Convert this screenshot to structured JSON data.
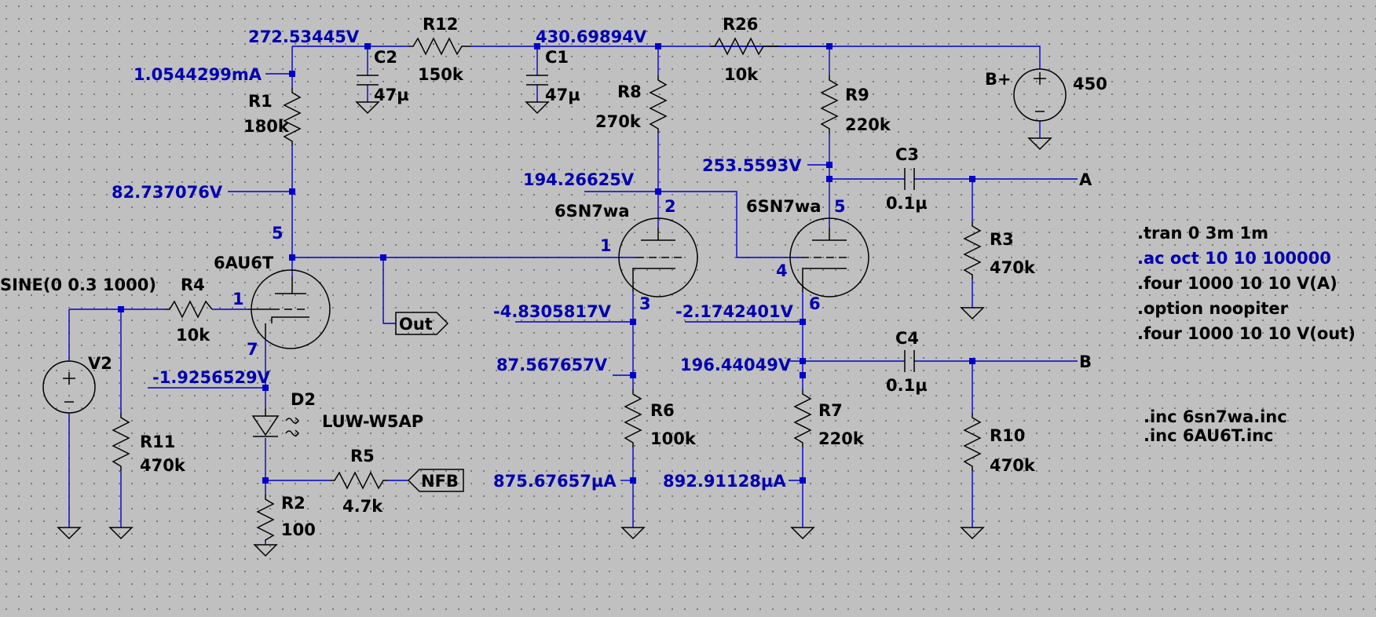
{
  "node_voltages": {
    "v_c2": "272.53445V",
    "i_r1": "1.0544299mA",
    "v_c1": "430.69894V",
    "v_plate1": "82.737076V",
    "v_plate2": "194.26625V",
    "v_plate3": "253.5593V",
    "v_cath2": "-4.8305817V",
    "v_cath3": "-2.1742401V",
    "v_r6": "87.567657V",
    "v_r7": "196.44049V",
    "v_d2": "-1.9256529V",
    "i_r6": "875.67657µA",
    "i_r7": "892.91128µA"
  },
  "components": {
    "r12": {
      "name": "R12",
      "value": "150k"
    },
    "r26": {
      "name": "R26",
      "value": "10k"
    },
    "c2": {
      "name": "C2",
      "value": "47µ"
    },
    "c1": {
      "name": "C1",
      "value": "47µ"
    },
    "r1": {
      "name": "R1",
      "value": "180k"
    },
    "r8": {
      "name": "R8",
      "value": "270k"
    },
    "r9": {
      "name": "R9",
      "value": "220k"
    },
    "bplus": {
      "name": "B+",
      "value": "450"
    },
    "c3": {
      "name": "C3",
      "value": "0.1µ"
    },
    "c4": {
      "name": "C4",
      "value": "0.1µ"
    },
    "r3": {
      "name": "R3",
      "value": "470k"
    },
    "r10": {
      "name": "R10",
      "value": "470k"
    },
    "r6": {
      "name": "R6",
      "value": "100k"
    },
    "r7": {
      "name": "R7",
      "value": "220k"
    },
    "r4": {
      "name": "R4",
      "value": "10k"
    },
    "r11": {
      "name": "R11",
      "value": "470k"
    },
    "r2": {
      "name": "R2",
      "value": "100"
    },
    "r5": {
      "name": "R5",
      "value": "4.7k"
    },
    "v2": {
      "name": "V2",
      "value": "SINE(0 0.3 1000)"
    },
    "d2": {
      "name": "D2",
      "value": "LUW-W5AP"
    },
    "u1": {
      "model": "6AU6T",
      "pin_plate": "5",
      "pin_grid": "1",
      "pin_cathode": "7"
    },
    "u2": {
      "model": "6SN7wa",
      "pin_plate": "2",
      "pin_grid": "1",
      "pin_cathode": "3"
    },
    "u3": {
      "model": "6SN7wa",
      "pin_plate": "5",
      "pin_grid": "4",
      "pin_cathode": "6"
    }
  },
  "nets": {
    "out": "Out",
    "nfb": "NFB",
    "a": "A",
    "b": "B"
  },
  "directives": {
    "tran": ".tran 0 3m 1m",
    "ac": ".ac oct 10 10 100000",
    "four_a": ".four 1000 10 10 V(A)",
    "option": ".option noopiter",
    "four_out": ".four 1000 10 10 V(out)",
    "inc1": ".inc 6sn7wa.inc",
    "inc2": ".inc 6AU6T.inc"
  },
  "colors": {
    "background": "#c0c0c0",
    "wire": "#0000cc",
    "component": "#000000",
    "label_blue": "#0000b0"
  }
}
